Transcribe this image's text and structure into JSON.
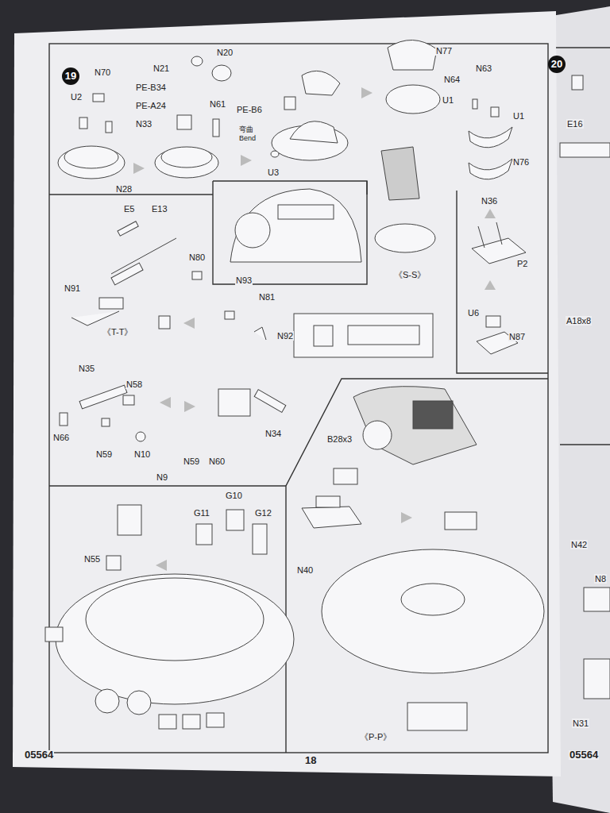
{
  "diagram": {
    "labels": [
      "19",
      "N70",
      "U2",
      "N28",
      "N21",
      "N20",
      "PE-B34",
      "PE-A24",
      "N33",
      "N61",
      "PE-B6",
      "弯曲",
      "Bend",
      "U3",
      "N77",
      "N64",
      "N63",
      "U1",
      "U1",
      "N76",
      "N36",
      "P2",
      "U6",
      "N87",
      "《S-S》",
      "N93",
      "E5",
      "E13",
      "N91",
      "《T-T》",
      "N80",
      "N81",
      "N92",
      "N35",
      "N58",
      "N66",
      "N59",
      "N10",
      "N9",
      "N59",
      "N60",
      "N34",
      "N55",
      "G11",
      "G10",
      "G12",
      "B28x3",
      "N40",
      "《P-P》",
      "05564",
      "18",
      "05564",
      "20",
      "E16",
      "A18x8",
      "N42",
      "N8",
      "N31"
    ]
  }
}
